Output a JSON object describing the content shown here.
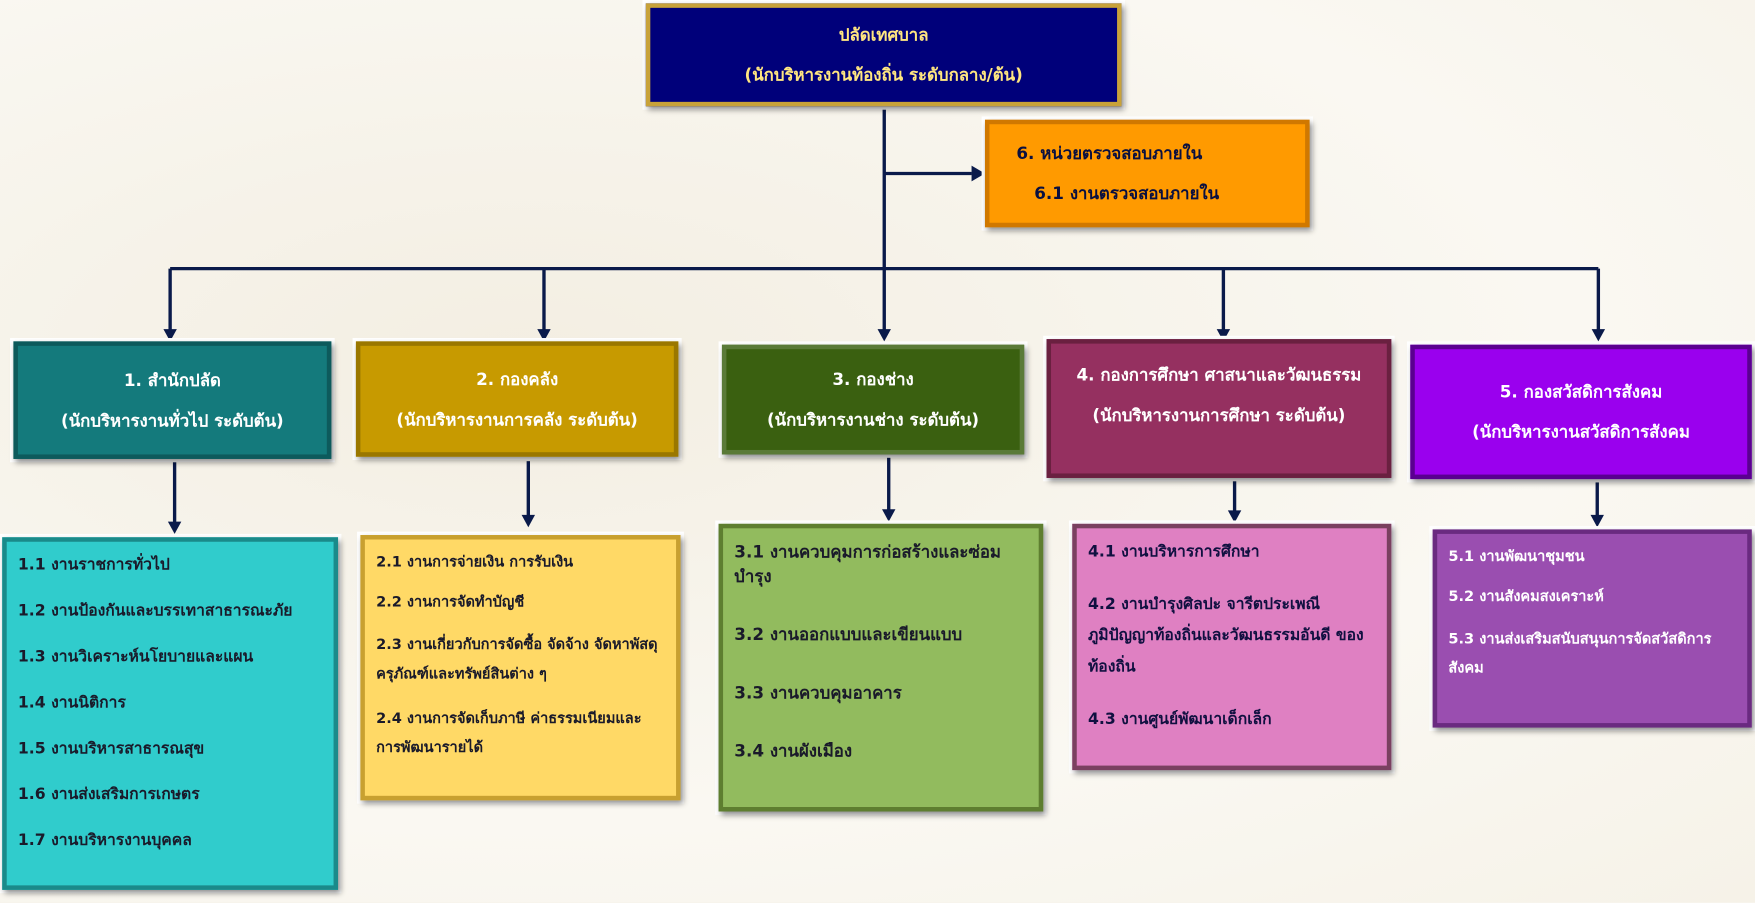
{
  "top": {
    "title": "ปลัดเทศบาล",
    "subtitle": "(นักบริหารงานท้องถิ่น  ระดับกลาง/ต้น)"
  },
  "audit": {
    "title": "6.  หน่วยตรวจสอบภายใน",
    "item": "6.1  งานตรวจสอบภายใน"
  },
  "divisions": [
    {
      "title": "1.  สำนักปลัด",
      "subtitle": "(นักบริหารงานทั่วไป  ระดับต้น)",
      "items": [
        "1.1  งานราชการทั่วไป",
        "1.2  งานป้องกันและบรรเทาสาธารณะภัย",
        "1.3  งานวิเคราะห์นโยบายและแผน",
        "1.4  งานนิติการ",
        "1.5  งานบริหารสาธารณสุข",
        "1.6  งานส่งเสริมการเกษตร",
        "1.7  งานบริหารงานบุคคล"
      ]
    },
    {
      "title": "2.  กองคลัง",
      "subtitle": "(นักบริหารงานการคลัง  ระดับต้น)",
      "items": [
        "2.1  งานการจ่ายเงิน  การรับเงิน",
        "2.2  งานการจัดทำบัญชี",
        "2.3  งานเกี่ยวกับการจัดซื้อ  จัดจ้าง จัดหาพัสดุ  ครุภัณฑ์และทรัพย์สินต่าง ๆ",
        "2.4  งานการจัดเก็บภาษี  ค่าธรรมเนียมและการพัฒนารายได้"
      ]
    },
    {
      "title": "3.  กองช่าง",
      "subtitle": "(นักบริหารงานช่าง  ระดับต้น)",
      "items": [
        "3.1  งานควบคุมการก่อสร้างและซ่อมบำรุง",
        "3.2  งานออกแบบและเขียนแบบ",
        "3.3  งานควบคุมอาคาร",
        "3.4  งานผังเมือง"
      ]
    },
    {
      "title": "4.  กองการศึกษา  ศาสนาและวัฒนธรรม",
      "subtitle": "(นักบริหารงานการศึกษา  ระดับต้น)",
      "items": [
        "4.1  งานบริหารการศึกษา",
        "4.2  งานบำรุงศิลปะ จารีตประเพณี ภูมิปัญญาท้องถิ่นและวัฒนธรรมอันดี ของท้องถิ่น",
        "4.3  งานศูนย์พัฒนาเด็กเล็ก"
      ]
    },
    {
      "title": "5.  กองสวัสดิการสังคม",
      "subtitle": "(นักบริหารงานสวัสดิการสังคม",
      "items": [
        "5.1  งานพัฒนาชุมชน",
        "5.2  งานสังคมสงเคราะห์",
        "5.3  งานส่งเสริมสนับสนุนการจัดสวัสดิการสังคม"
      ]
    }
  ],
  "colors": {
    "top": "#00007a",
    "audit": "#ff9a00",
    "connector": "#0a1a4a"
  }
}
